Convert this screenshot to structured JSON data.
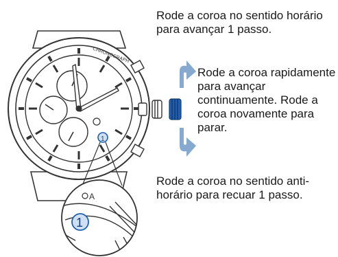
{
  "instructions": {
    "clockwise": "Rode a coroa no sentido horário para avançar 1 passo.",
    "fast": "Rode a coroa rapidamente para avançar continuamente. Rode a coroa novamente para parar.",
    "counterclockwise": "Rode a coroa no sentido anti-horário para recuar 1 passo."
  },
  "watch": {
    "bezel_text": "CHRONOGRAPH",
    "crown_marker": "A",
    "callout_number": "1"
  },
  "colors": {
    "line": "#333333",
    "crown_blue": "#1f5fae",
    "arrow_blue": "#86a9cf",
    "marker_blue": "#cfe0f3"
  },
  "icons": [
    "watch-illustration",
    "crown-icon",
    "curved-arrow-forward-icon",
    "curved-arrow-backward-icon",
    "magnifier-circle-icon"
  ]
}
